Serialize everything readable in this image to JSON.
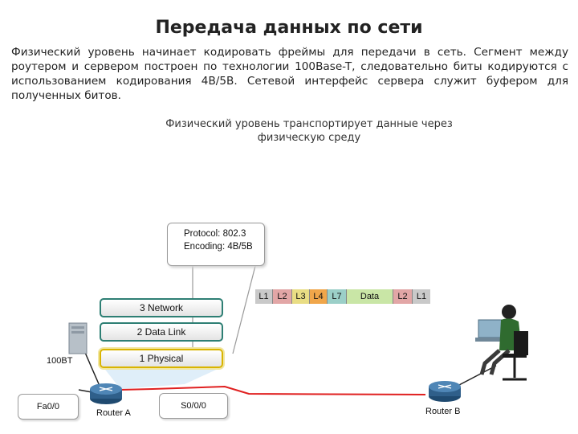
{
  "title": "Передача данных по сети",
  "paragraph": "Физический уровень начинает кодировать фреймы для передачи в сеть. Сегмент между роутером и сервером построен по технологии 100Base-T, следовательно биты кодируются с использованием кодирования 4B/5B. Сетевой интерфейс сервера служит буфером для полученных битов.",
  "caption_line1": "Физический уровень транспортирует данные через",
  "caption_line2": "физическую среду",
  "protocol_box": {
    "protocol": "Protocol: 802.3",
    "encoding": "Encoding: 4B/5B"
  },
  "layers": [
    {
      "label": "3 Network"
    },
    {
      "label": "2 Data Link"
    },
    {
      "label": "1 Physical"
    }
  ],
  "frame": [
    {
      "label": "L1",
      "color": "#c9c9c9"
    },
    {
      "label": "L2",
      "color": "#e2a6a6"
    },
    {
      "label": "L3",
      "color": "#e9dd84"
    },
    {
      "label": "L4",
      "color": "#f0a64a"
    },
    {
      "label": "L7",
      "color": "#9bcfc8"
    },
    {
      "label": "Data",
      "color": "#c9e6a6"
    },
    {
      "label": "L2",
      "color": "#e2a6a6"
    },
    {
      "label": "L1",
      "color": "#c9c9c9"
    }
  ],
  "labels": {
    "server_link": "100BT",
    "router_a": "Router A",
    "router_b": "Router B",
    "interface_left": "Fa0/0",
    "interface_serial": "S0/0/0"
  },
  "colors": {
    "layer_border": "#2e7f74",
    "physical_border": "#d9b400",
    "serial_link": "#e02020",
    "router": "#2f5f8a"
  }
}
